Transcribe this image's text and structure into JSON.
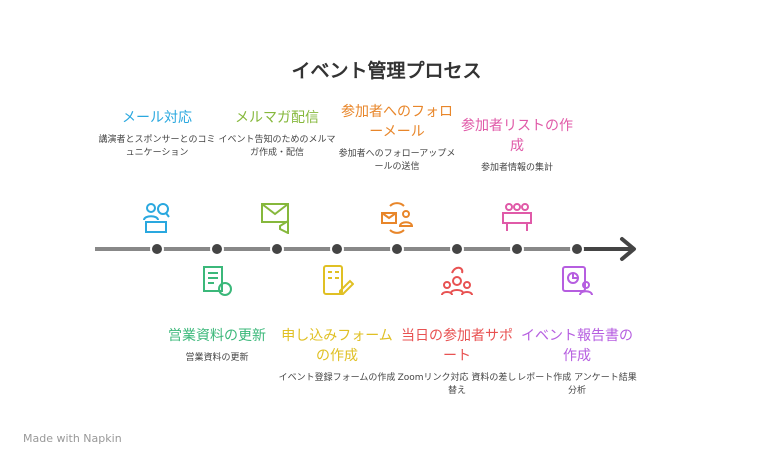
{
  "title": "イベント管理プロセス",
  "top_items": [
    {
      "heading": "メール対応",
      "desc": "講演者とスポンサーとのコミュニケーション",
      "color": "#2aa8df",
      "icon": "people-chat-icon"
    },
    {
      "heading": "メルマガ配信",
      "desc": "イベント告知のためのメルマガ作成・配信",
      "color": "#86b83c",
      "icon": "envelope-megaphone-icon"
    },
    {
      "heading": "参加者へのフォローメール",
      "desc": "参加者へのフォローアップメールの送信",
      "color": "#e8862a",
      "icon": "mail-refresh-icon"
    },
    {
      "heading": "参加者リストの作成",
      "desc": "参加者情報の集計",
      "color": "#e05aa8",
      "icon": "group-icon"
    }
  ],
  "bottom_items": [
    {
      "heading": "営業資料の更新",
      "desc": "営業資料の更新",
      "color": "#3bb87a",
      "icon": "document-refresh-icon"
    },
    {
      "heading": "申し込みフォームの作成",
      "desc": "イベント登録フォームの作成",
      "color": "#e0c024",
      "icon": "form-pen-icon"
    },
    {
      "heading": "当日の参加者サポート",
      "desc": "Zoomリンク対応 資料の差し替え",
      "color": "#e85252",
      "icon": "support-people-icon"
    },
    {
      "heading": "イベント報告書の作成",
      "desc": "レポート作成 アンケート結果分析",
      "color": "#b65ee0",
      "icon": "report-user-icon"
    }
  ],
  "footer": "Made with Napkin"
}
